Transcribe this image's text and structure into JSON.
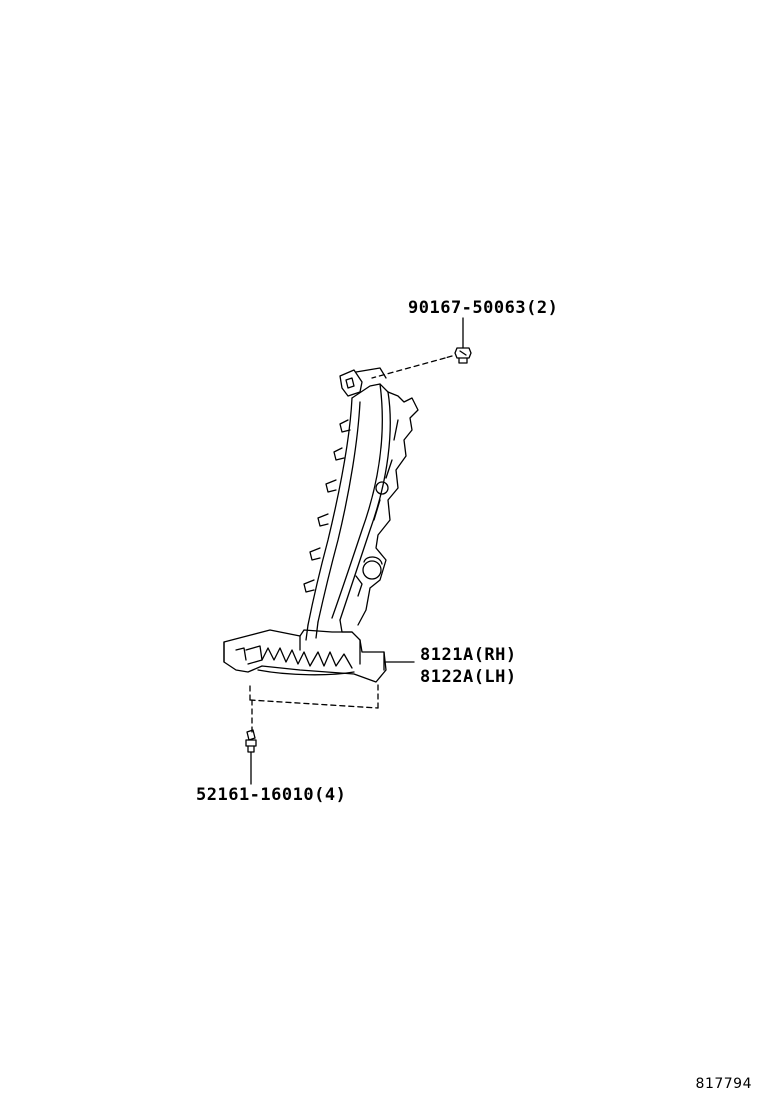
{
  "parts": {
    "screw": {
      "number": "90167-50063",
      "qty": "(2)"
    },
    "lamp_rh": {
      "number": "8121A",
      "side": "(RH)"
    },
    "lamp_lh": {
      "number": "8122A",
      "side": "(LH)"
    },
    "clip": {
      "number": "52161-16010",
      "qty": "(4)"
    }
  },
  "reference_number": "817794",
  "colors": {
    "line": "#000000",
    "background": "#ffffff"
  }
}
